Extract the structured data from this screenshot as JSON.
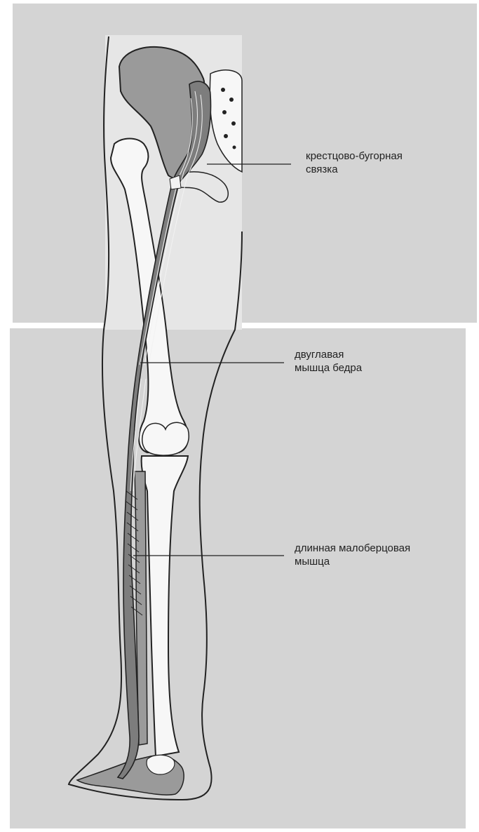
{
  "labels": [
    {
      "line1": "крестцово-бугорная",
      "line2": "связка"
    },
    {
      "line1": "двуглавая",
      "line2": "мышца бедра"
    },
    {
      "line1": "длинная малоберцовая",
      "line2": "мышца"
    }
  ],
  "colors": {
    "background": "#ffffff",
    "panel": "#d4d4d4",
    "light_region": "#e6e6e6",
    "bone": "#f7f7f7",
    "dark_tone": "#9a9a9a",
    "outline": "#222222"
  }
}
